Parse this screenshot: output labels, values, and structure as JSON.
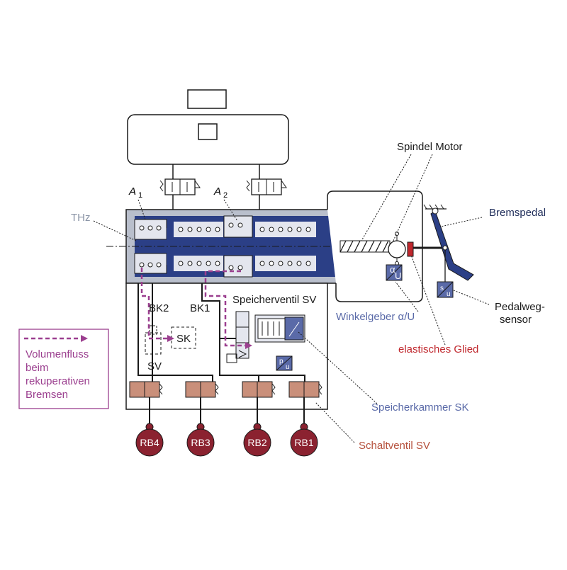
{
  "labels": {
    "a1": "A",
    "a1_sub": "1",
    "a2": "A",
    "a2_sub": "2",
    "thz": "THz",
    "spindel_motor": "Spindel  Motor",
    "bremspedal": "Bremspedal",
    "pedalweg_1": "Pedalweg-",
    "pedalweg_2": "sensor",
    "winkelgeber": "Winkelgeber α/U",
    "elastisches": "elastisches Glied",
    "speicherventil": "Speicherventil SV",
    "bk2": "BK2",
    "bk1": "BK1",
    "sk": "SK",
    "sv": "SV",
    "speicherkammer": "Speicherkammer SK",
    "schaltventil": "Schaltventil SV",
    "rb4": "RB4",
    "rb3": "RB3",
    "rb2": "RB2",
    "rb1": "RB1",
    "sensor_au_top": "α",
    "sensor_au_bot": "U",
    "sensor_su_top": "s",
    "sensor_su_bot": "u",
    "sensor_pu_top": "p",
    "sensor_pu_bot": "u"
  },
  "legend": {
    "lines": [
      "Volumenfluss",
      "beim",
      "rekuperativen",
      "Bremsen"
    ]
  },
  "colors": {
    "navy": "#2b3f86",
    "piston_light": "#d9dce8",
    "housing": "#b9bfcc",
    "valve_red": "#c98f7a",
    "brake_red": "#8b2230",
    "flow_purple": "#9b3f8f",
    "sensor_blue": "#5a6aa8"
  }
}
